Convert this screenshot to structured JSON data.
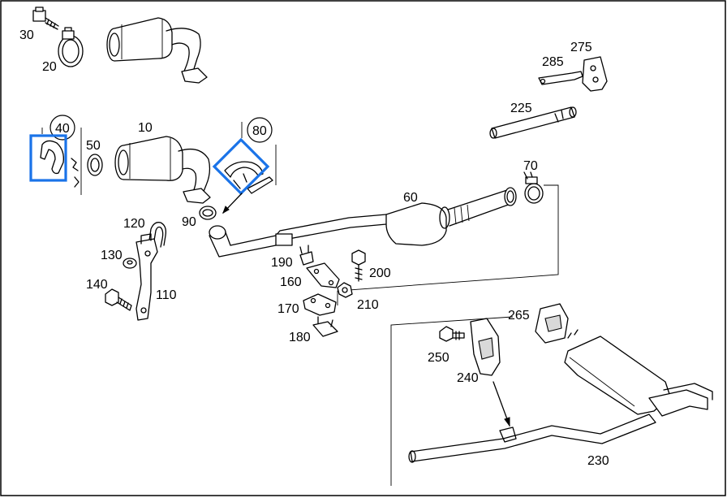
{
  "diagram": {
    "highlight_color": "#1a73e8",
    "labels": {
      "p10": "10",
      "p20": "20",
      "p30": "30",
      "p40": "40",
      "p50": "50",
      "p60": "60",
      "p70": "70",
      "p80": "80",
      "p90": "90",
      "p110": "110",
      "p120": "120",
      "p130": "130",
      "p140": "140",
      "p160": "160",
      "p170": "170",
      "p180": "180",
      "p190": "190",
      "p200": "200",
      "p210": "210",
      "p225": "225",
      "p230": "230",
      "p240": "240",
      "p250": "250",
      "p265": "265",
      "p275": "275",
      "p285": "285"
    }
  }
}
